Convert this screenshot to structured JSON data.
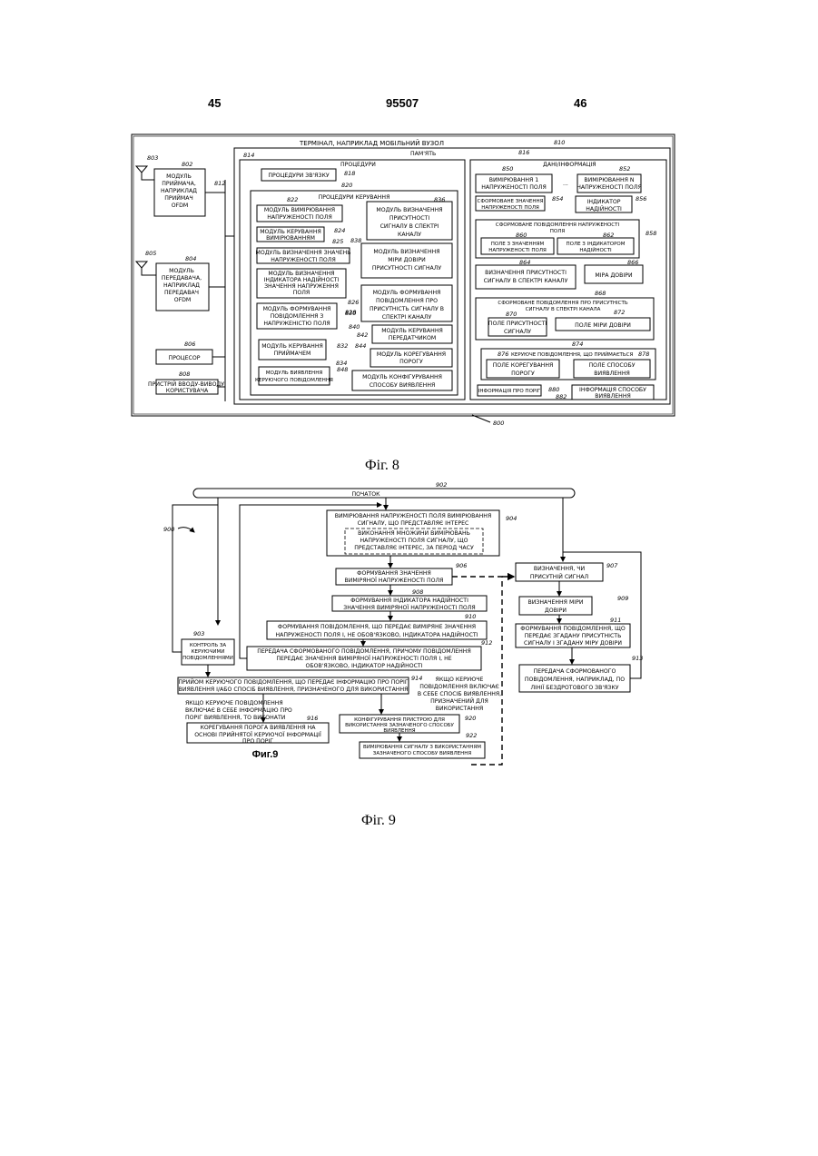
{
  "page": {
    "left_number": "45",
    "patent_number": "95507",
    "right_number": "46"
  },
  "fig8": {
    "caption": "Фіг. 8",
    "terminal_title": "ТЕРМІНАЛ, НАПРИКЛАД МОБІЛЬНИЙ ВУЗОЛ",
    "n800": "800",
    "n810": "810",
    "receiver": [
      "МОДУЛЬ",
      "ПРИЙМАЧА,",
      "НАПРИКЛАД",
      "ПРИЙМАЧ",
      "OFDM"
    ],
    "n802": "802",
    "n803": "803",
    "transmitter": [
      "МОДУЛЬ",
      "ПЕРЕДАВАЧА,",
      "НАПРИКЛАД",
      "ПЕРЕДАВАЧ",
      "OFDM"
    ],
    "n804": "804",
    "n805": "805",
    "processor": "ПРОЦЕСОР",
    "n806": "806",
    "io": [
      "ПРИСТРІЙ ВВОДУ-ВИВОДУ",
      "КОРИСТУВАЧА"
    ],
    "n808": "808",
    "n812": "812",
    "memory": "ПАМ'ЯТЬ",
    "procedures": "ПРОЦЕДУРИ",
    "n814": "814",
    "comm_proc": "ПРОЦЕДУРИ ЗВ'ЯЗКУ",
    "n818": "818",
    "ctrl_proc": "ПРОЦЕДУРИ КЕРУВАННЯ",
    "n820": "820",
    "m822": [
      "МОДУЛЬ ВИМІРЮВАННЯ",
      "НАПРУЖЕНОСТІ ПОЛЯ"
    ],
    "n822": "822",
    "m824": [
      "МОДУЛЬ КЕРУВАННЯ",
      "ВИМІРЮВАННЯМ"
    ],
    "n824": "824",
    "m825": [
      "МОДУЛЬ ВИЗНАЧЕННЯ ЗНАЧЕНЬ",
      "НАПРУЖЕНОСТІ ПОЛЯ"
    ],
    "n825": "825",
    "m826": [
      "МОДУЛЬ ВИЗНАЧЕННЯ",
      "ІНДИКАТОРА НАДІЙНОСТІ",
      "ЗНАЧЕННЯ НАПРУЖЕННЯ",
      "ПОЛЯ"
    ],
    "n826": "826",
    "m828": [
      "МОДУЛЬ ФОРМУВАННЯ",
      "ПОВІДОМЛЕННЯ З",
      "НАПРУЖЕНІСТЮ ПОЛЯ"
    ],
    "n828": "828",
    "m832": [
      "МОДУЛЬ КЕРУВАННЯ",
      "ПРИЙМАЧЕМ"
    ],
    "n832": "832",
    "m834": [
      "МОДУЛЬ ВИЯВЛЕННЯ",
      "КЕРУЮЧОГО ПОВІДОМЛЕННЯ"
    ],
    "n834": "834",
    "m836": [
      "МОДУЛЬ ВИЗНАЧЕННЯ",
      "ПРИСУТНОСТІ",
      "СИГНАЛУ В СПЕКТРІ",
      "КАНАЛУ"
    ],
    "n836": "836",
    "m838": [
      "МОДУЛЬ ВИЗНАЧЕННЯ",
      "МІРИ ДОВІРИ",
      "ПРИСУТНОСТІ СИГНАЛУ"
    ],
    "n838": "838",
    "m830": [
      "МОДУЛЬ ФОРМУВАННЯ",
      "ПОВІДОМЛЕННЯ ПРО",
      "ПРИСУТНІСТЬ СИГНАЛУ В",
      "СПЕКТРІ КАНАЛУ"
    ],
    "n830": "830",
    "m842": [
      "МОДУЛЬ КЕРУВАННЯ",
      "ПЕРЕДАТЧИКОМ"
    ],
    "n840": "840",
    "n842": "842",
    "m844": [
      "МОДУЛЬ КОРЕГУВАННЯ",
      "ПОРОГУ"
    ],
    "n844": "844",
    "m848": [
      "МОДУЛЬ КОНФІГУРУВАННЯ",
      "СПОСОБУ ВИЯВЛЕННЯ"
    ],
    "n848": "848",
    "data_info": "ДАНІ/ІНФОРМАЦІЯ",
    "n816": "816",
    "d850": [
      "ВИМІРЮВАННЯ 1",
      "НАПРУЖЕНОСТІ ПОЛЯ"
    ],
    "n850": "850",
    "ellipsis": "...",
    "d852": [
      "ВИМІРЮВАННЯ N",
      "НАПРУЖЕНОСТІ ПОЛЯ"
    ],
    "n852": "852",
    "d854": [
      "СФОРМОВАНЕ ЗНАЧЕННЯ",
      "НАПРУЖЕНОСТІ ПОЛЯ"
    ],
    "n854": "854",
    "d856": [
      "ІНДИКАТОР",
      "НАДІЙНОСТІ"
    ],
    "n856": "856",
    "d858_title": [
      "СФОРМОВАНЕ ПОВІДОМЛЕННЯ НАПРУЖЕНОСТІ",
      "ПОЛЯ"
    ],
    "n858": "858",
    "d860": [
      "ПОЛЕ З ЗНАЧЕННЯМ",
      "НАПРУЖЕНОСТІ ПОЛЯ"
    ],
    "n860": "860",
    "d862": [
      "ПОЛЕ З ІНДИКАТОРОМ",
      "НАДІЙНОСТІ"
    ],
    "n862": "862",
    "d864": [
      "ВИЗНАЧЕННЯ ПРИСУТНОСТІ",
      "СИГНАЛУ В СПЕКТРІ КАНАЛУ"
    ],
    "n864": "864",
    "d866": "МІРА ДОВІРИ",
    "n866": "866",
    "d868_title": [
      "СФОРМОВАНЕ ПОВІДОМЛЕННЯ ПРО ПРИСУТНІСТЬ",
      "СИГНАЛУ В СПЕКТРІ КАНАЛА"
    ],
    "n868": "868",
    "d870": [
      "ПОЛЕ ПРИСУТНОСТІ",
      "СИГНАЛУ"
    ],
    "n870": "870",
    "d872": "ПОЛЕ МІРИ ДОВІРИ",
    "n872": "872",
    "d874_title": "КЕРУЮЧЕ ПОВІДОМЛЕННЯ, ЩО ПРИЙМАЄТЬСЯ",
    "n874": "874",
    "d876": [
      "ПОЛЕ КОРЕГУВАННЯ",
      "ПОРОГУ"
    ],
    "n876": "876",
    "d878": [
      "ПОЛЕ СПОСОБУ",
      "ВИЯВЛЕННЯ"
    ],
    "n878": "878",
    "d880": "ІНФОРМАЦІЯ ПРО ПОРІГ",
    "n880": "880",
    "d882": [
      "ІНФОРМАЦІЯ СПОСОБУ",
      "ВИЯВЛЕННЯ"
    ],
    "n882": "882"
  },
  "fig9": {
    "caption": "Фіг. 9",
    "inner_label": "Фиг.9",
    "start": "ПОЧАТОК",
    "n902": "902",
    "n900": "900",
    "s904": [
      "ВИМІРЮВАННЯ НАПРУЖЕНОСТІ ПОЛЯ ВИМІРЮВАННЯ",
      "СИГНАЛУ, ЩО ПРЕДСТАВЛЯЄ ІНТЕРЕС"
    ],
    "n904": "904",
    "s904b": [
      "ВИКОНАННЯ МНОЖИНИ ВИМІРЮВАНЬ",
      "НАПРУЖЕНОСТІ ПОЛЯ СИГНАЛУ, ЩО",
      "ПРЕДСТАВЛЯЄ ІНТЕРЕС, ЗА ПЕРІОД ЧАСУ"
    ],
    "s906": [
      "ФОРМУВАННЯ ЗНАЧЕННЯ",
      "ВИМІРЯНОЇ НАПРУЖЕНОСТІ ПОЛЯ"
    ],
    "n906": "906",
    "s908": [
      "ФОРМУВАННЯ ІНДИКАТОРА НАДІЙНОСТІ",
      "ЗНАЧЕННЯ ВИМІРЯНОЇ НАПРУЖЕНОСТІ ПОЛЯ"
    ],
    "n908": "908",
    "s910": [
      "ФОРМУВАННЯ ПОВІДОМЛЕННЯ, ЩО ПЕРЕДАЄ ВИМІРЯНЕ ЗНАЧЕННЯ",
      "НАПРУЖЕНОСТІ ПОЛЯ І, НЕ ОБОВ'ЯЗКОВО, ІНДИКАТОРА НАДІЙНОСТІ"
    ],
    "n910": "910",
    "s912": [
      "ПЕРЕДАЧА СФОРМОВАНОГО ПОВІДОМЛЕННЯ, ПРИЧОМУ ПОВІДОМЛЕННЯ",
      "ПЕРЕДАЄ ЗНАЧЕННЯ ВИМІРЯНОЇ НАПРУЖЕНОСТІ ПОЛЯ І, НЕ",
      "ОБОВ'ЯЗКОВО, ІНДИКАТОР НАДІЙНОСТІ"
    ],
    "n912": "912",
    "s903": [
      "КОНТРОЛЬ ЗА",
      "КЕРУЮЧИМИ",
      "ПОВІДОМЛЕННЯМИ"
    ],
    "n903": "903",
    "s914": [
      "ПРИЙОМ КЕРУЮЧОГО ПОВІДОМЛЕННЯ, ЩО ПЕРЕДАЄ ІНФОРМАЦІЮ ПРО ПОРІГ",
      "ВИЯВЛЕННЯ І/АБО СПОСІБ ВИЯВЛЕННЯ, ПРИЗНАЧЕНОГО ДЛЯ ВИКОРИСТАННЯ"
    ],
    "n914": "914",
    "cond_left": [
      "ЯКЩО КЕРУЮЧЕ ПОВІДОМЛЕННЯ",
      "ВКЛЮЧАЄ В СЕБЕ ІНФОРМАЦІЮ ПРО",
      "ПОРІГ ВИЯВЛЕННЯ, ТО ВИКОНАТИ"
    ],
    "cond_right": [
      "ЯКЩО КЕРУЮЧЕ",
      "ПОВІДОМЛЕННЯ ВКЛЮЧАЄ",
      "В СЕБЕ СПОСІБ ВИЯВЛЕННЯ,",
      "ПРИЗНАЧЕНИЙ ДЛЯ",
      "ВИКОРИСТАННЯ"
    ],
    "s916": [
      "КОРЕГУВАННЯ ПОРОГА ВИЯВЛЕННЯ НА",
      "ОСНОВІ ПРИЙНЯТОЇ КЕРУЮЧОЇ ІНФОРМАЦІЇ",
      "ПРО ПОРІГ"
    ],
    "n916": "916",
    "s920": [
      "КОНФІГУРУВАННЯ ПРИСТРОЮ ДЛЯ",
      "ВИКОРИСТАННЯ ЗАЗНАЧЕНОГО СПОСОБУ",
      "ВИЯВЛЕННЯ"
    ],
    "n920": "920",
    "s922": [
      "ВИМІРЮВАННЯ СИГНАЛУ З ВИКОРИСТАННЯМ",
      "ЗАЗНАЧЕНОГО СПОСОБУ ВИЯВЛЕННЯ"
    ],
    "n922": "922",
    "s907": [
      "ВИЗНАЧЕННЯ, ЧИ",
      "ПРИСУТНІЙ СИГНАЛ"
    ],
    "n907": "907",
    "s909": [
      "ВИЗНАЧЕННЯ МІРИ",
      "ДОВІРИ"
    ],
    "n909": "909",
    "s911": [
      "ФОРМУВАННЯ ПОВІДОМЛЕННЯ, ЩО",
      "ПЕРЕДАЄ ЗГАДАНУ ПРИСУТНІСТЬ",
      "СИГНАЛУ І ЗГАДАНУ МІРУ ДОВІРИ"
    ],
    "n911": "911",
    "s913": [
      "ПЕРЕДАЧА СФОРМОВАНОГО",
      "ПОВІДОМЛЕННЯ, НАПРИКЛАД, ПО",
      "ЛІНІЇ БЕЗДРОТОВОГО ЗВ'ЯЗКУ"
    ],
    "n913": "913"
  }
}
